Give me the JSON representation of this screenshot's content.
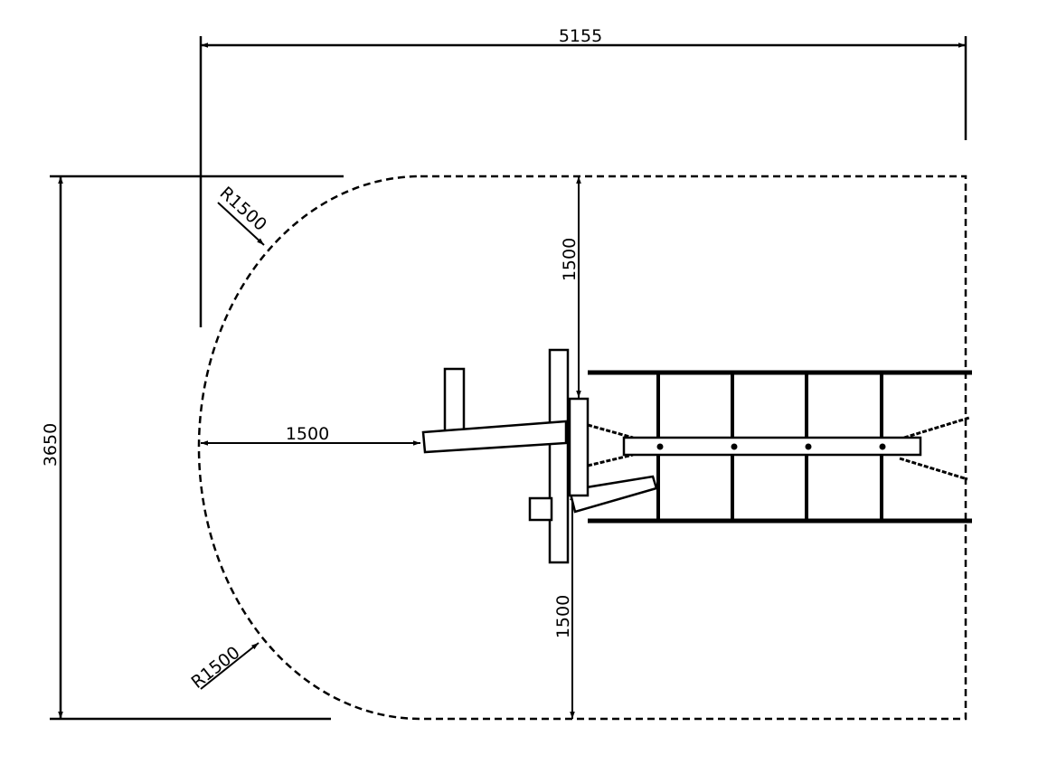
{
  "drawing": {
    "overall_width": "5155",
    "overall_depth": "3650",
    "clearance_left": "1500",
    "clearance_top": "1500",
    "clearance_bottom": "1500",
    "radius_top": "R1500",
    "radius_bottom": "R1500"
  },
  "colors": {
    "line": "#000000",
    "background": "#ffffff"
  }
}
